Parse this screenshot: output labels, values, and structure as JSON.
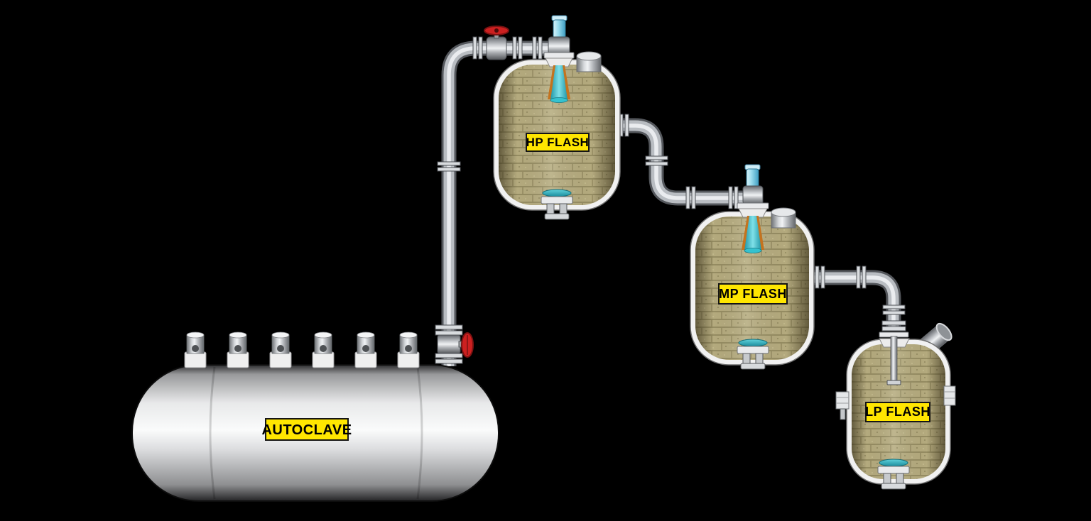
{
  "background_color": "#000000",
  "equipment": {
    "autoclave": {
      "label": "AUTOCLAVE"
    },
    "hp_flash": {
      "label": "HP FLASH"
    },
    "mp_flash": {
      "label": "MP FLASH"
    },
    "lp_flash": {
      "label": "LP FLASH"
    }
  },
  "colors": {
    "label_background": "#ffe600",
    "label_border": "#151515",
    "label_text": "#000000",
    "vessel_shell_white": "#f1f1f1",
    "brick_lining_tan": "#b4aa7e",
    "autoclave_steel_gray": "#d9dadb",
    "pipe_metal": "#b9bdc2",
    "valve_handwheel_red": "#cc2020",
    "valve_actuator_blue": "#8fd4e8",
    "flash_cone_teal": "#2ab4c4",
    "nozzle_lining_orange": "#c4731f",
    "background": "#000000"
  }
}
